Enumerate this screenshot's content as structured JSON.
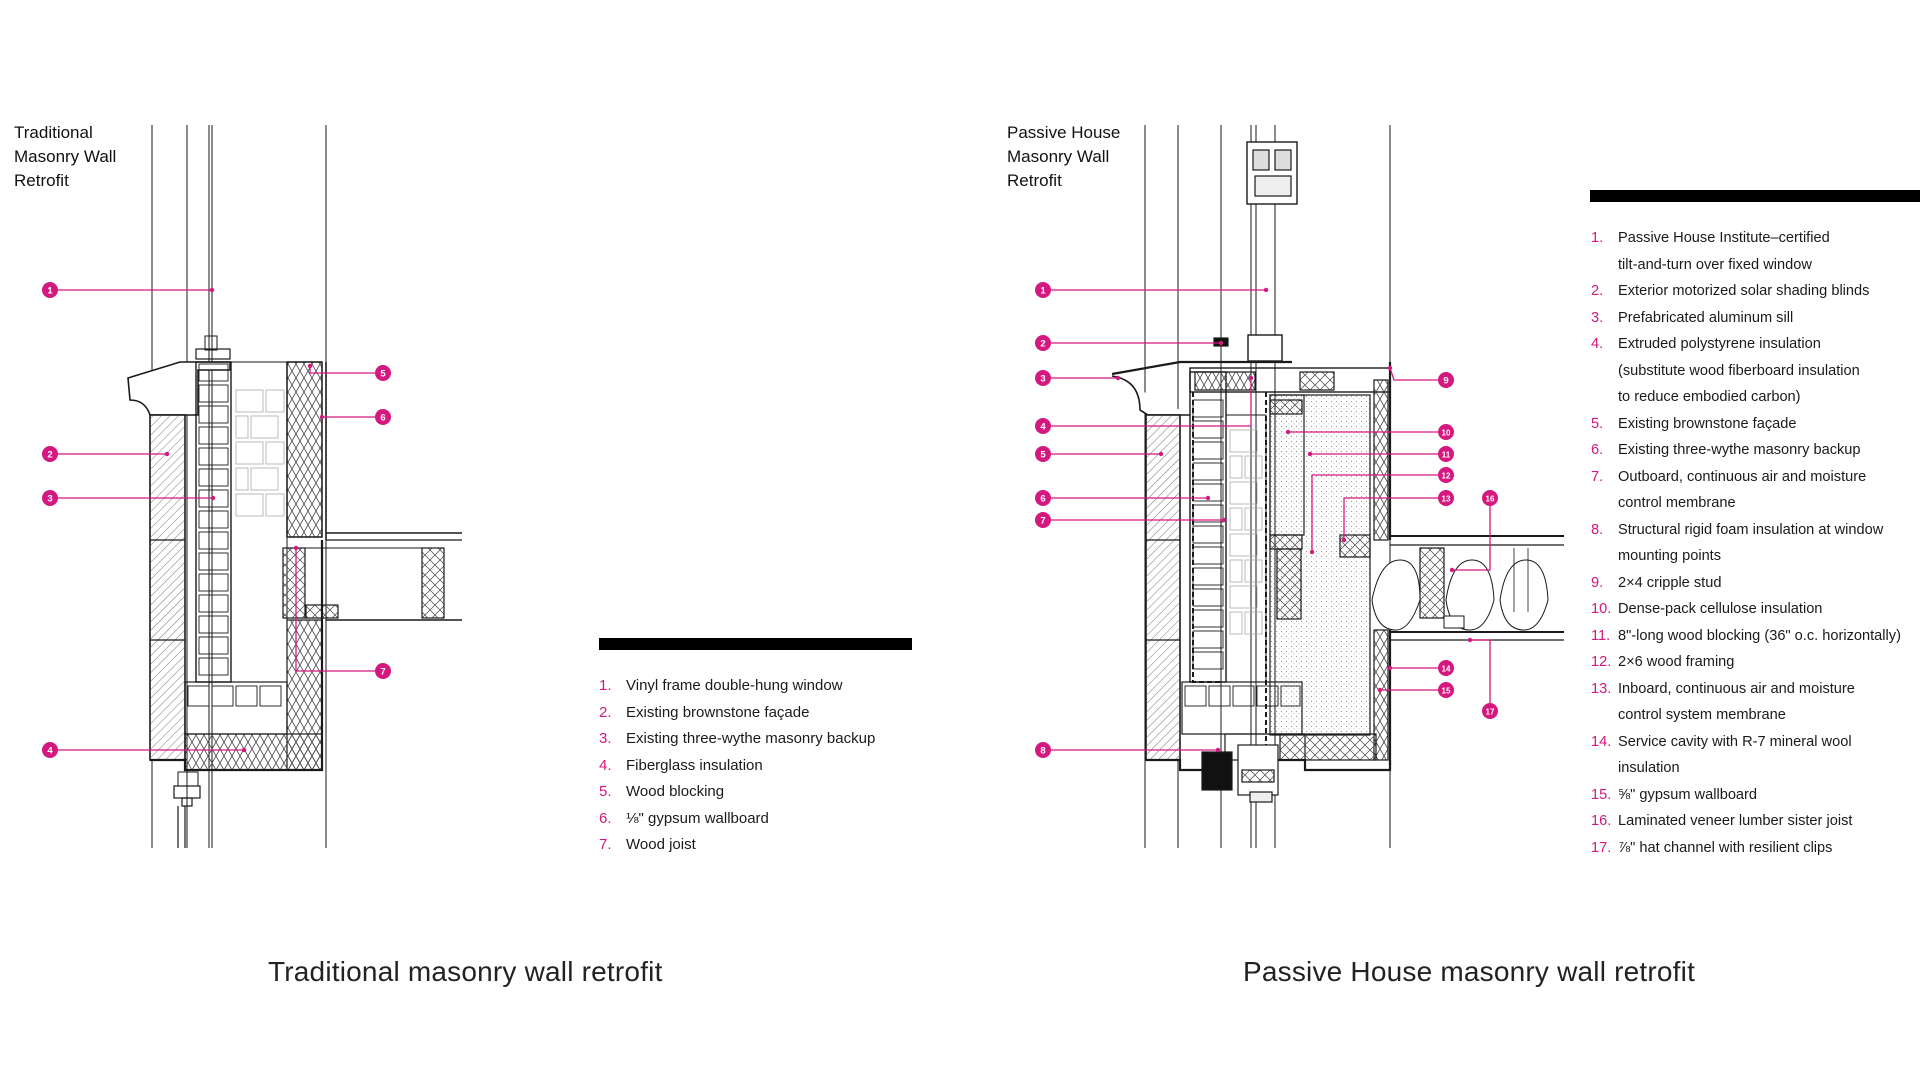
{
  "left": {
    "title": [
      "Traditional",
      "Masonry Wall",
      "Retrofit"
    ],
    "caption": "Traditional masonry wall retrofit",
    "legend": [
      {
        "n": "1.",
        "lines": [
          "Vinyl frame double-hung window"
        ]
      },
      {
        "n": "2.",
        "lines": [
          "Existing brownstone façade"
        ]
      },
      {
        "n": "3.",
        "lines": [
          "Existing three-wythe masonry backup"
        ]
      },
      {
        "n": "4.",
        "lines": [
          "Fiberglass insulation"
        ]
      },
      {
        "n": "5.",
        "lines": [
          "Wood blocking"
        ]
      },
      {
        "n": "6.",
        "lines": [
          "⅛\" gypsum wallboard"
        ]
      },
      {
        "n": "7.",
        "lines": [
          "Wood joist"
        ]
      }
    ]
  },
  "right": {
    "title": [
      "Passive House",
      "Masonry Wall",
      "Retrofit"
    ],
    "caption": "Passive House masonry wall retrofit",
    "legend": [
      {
        "n": "1.",
        "lines": [
          "Passive House Institute–certified",
          "tilt-and-turn over fixed window"
        ]
      },
      {
        "n": "2.",
        "lines": [
          "Exterior motorized solar shading blinds"
        ]
      },
      {
        "n": "3.",
        "lines": [
          "Prefabricated aluminum sill"
        ]
      },
      {
        "n": "4.",
        "lines": [
          "Extruded polystyrene insulation",
          "(substitute wood fiberboard insulation",
          "to reduce embodied carbon)"
        ]
      },
      {
        "n": "5.",
        "lines": [
          "Existing brownstone façade"
        ]
      },
      {
        "n": "6.",
        "lines": [
          "Existing three-wythe masonry backup"
        ]
      },
      {
        "n": "7.",
        "lines": [
          "Outboard, continuous air and moisture",
          "control membrane"
        ]
      },
      {
        "n": "8.",
        "lines": [
          "Structural rigid foam insulation at window",
          "mounting points"
        ]
      },
      {
        "n": "9.",
        "lines": [
          "2×4 cripple stud"
        ]
      },
      {
        "n": "10.",
        "lines": [
          "Dense-pack cellulose insulation"
        ]
      },
      {
        "n": "11.",
        "lines": [
          "8\"-long wood blocking (36\" o.c. horizontally)"
        ]
      },
      {
        "n": "12.",
        "lines": [
          "2×6 wood framing"
        ]
      },
      {
        "n": "13.",
        "lines": [
          "Inboard, continuous air and moisture",
          "control system membrane"
        ]
      },
      {
        "n": "14.",
        "lines": [
          "Service cavity with R-7 mineral wool",
          "insulation"
        ]
      },
      {
        "n": "15.",
        "lines": [
          "⅝\" gypsum wallboard"
        ]
      },
      {
        "n": "16.",
        "lines": [
          "Laminated veneer lumber sister joist"
        ]
      },
      {
        "n": "17.",
        "lines": [
          "⅞\" hat channel with resilient clips"
        ]
      }
    ]
  },
  "callouts_left": [
    "1",
    "2",
    "3",
    "4",
    "5",
    "6",
    "7"
  ],
  "callouts_right": [
    "1",
    "2",
    "3",
    "4",
    "5",
    "6",
    "7",
    "8",
    "9",
    "10",
    "11",
    "12",
    "13",
    "14",
    "15",
    "16",
    "17"
  ],
  "colors": {
    "accent": "#d4187f",
    "line": "#1a1a1a",
    "fill_light": "#f1f1f1"
  }
}
